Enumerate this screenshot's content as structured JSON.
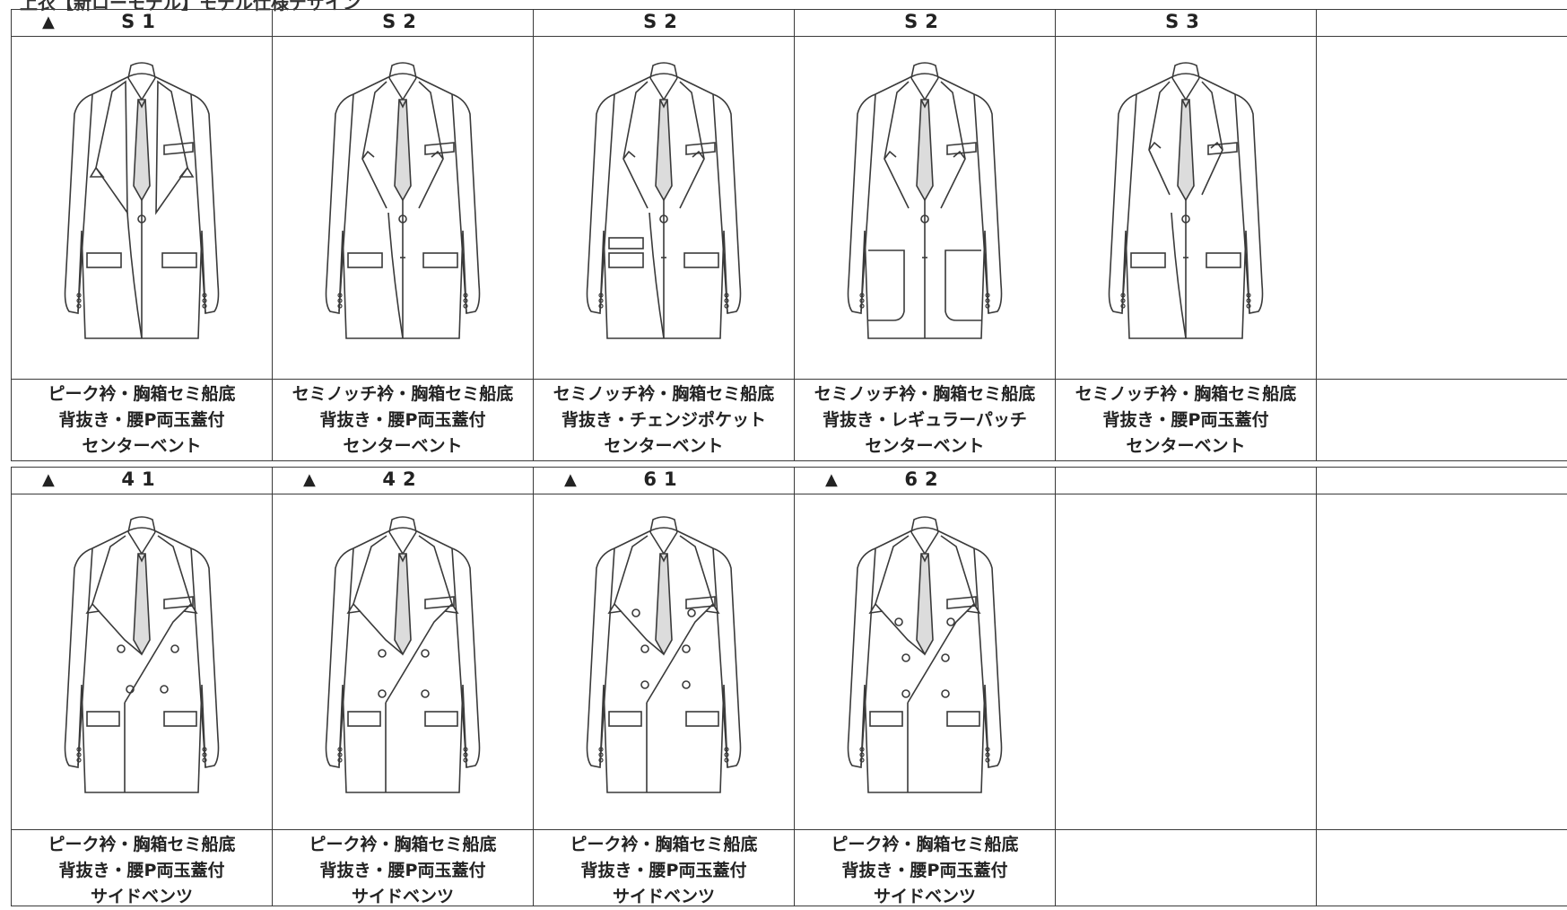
{
  "page": {
    "title": "上衣【新ローモデル】モデル仕様デザイン"
  },
  "colors": {
    "line": "#3a3a3a",
    "paper": "#ffffff",
    "tie_fill": "#dcdcdc"
  },
  "rows": [
    {
      "cells": [
        {
          "mark": "▲",
          "code": "S1",
          "lines": [
            "ピーク衿・胸箱セミ船底",
            "背抜き・腰P両玉蓋付",
            "センターベント"
          ],
          "drawing": "single-breasted-peak-lapel-jacket"
        },
        {
          "mark": "",
          "code": "S2",
          "lines": [
            "セミノッチ衿・胸箱セミ船底",
            "背抜き・腰P両玉蓋付",
            "センターベント"
          ],
          "drawing": "single-breasted-notch-lapel-jacket"
        },
        {
          "mark": "",
          "code": "S2",
          "lines": [
            "セミノッチ衿・胸箱セミ船底",
            "背抜き・チェンジポケット",
            "センターベント"
          ],
          "drawing": "single-breasted-change-pocket-jacket"
        },
        {
          "mark": "",
          "code": "S2",
          "lines": [
            "セミノッチ衿・胸箱セミ船底",
            "背抜き・レギュラーパッチ",
            "センターベント"
          ],
          "drawing": "single-breasted-patch-pocket-jacket"
        },
        {
          "mark": "",
          "code": "S3",
          "lines": [
            "セミノッチ衿・胸箱セミ船底",
            "背抜き・腰P両玉蓋付",
            "センターベント"
          ],
          "drawing": "single-breasted-three-button-jacket"
        },
        {
          "mark": "",
          "code": "",
          "lines": [],
          "drawing": ""
        }
      ]
    },
    {
      "cells": [
        {
          "mark": "▲",
          "code": "41",
          "lines": [
            "ピーク衿・胸箱セミ船底",
            "背抜き・腰P両玉蓋付",
            "サイドベンツ"
          ],
          "drawing": "double-breasted-4-button-jacket"
        },
        {
          "mark": "▲",
          "code": "42",
          "lines": [
            "ピーク衿・胸箱セミ船底",
            "背抜き・腰P両玉蓋付",
            "サイドベンツ"
          ],
          "drawing": "double-breasted-4-button-jacket"
        },
        {
          "mark": "▲",
          "code": "61",
          "lines": [
            "ピーク衿・胸箱セミ船底",
            "背抜き・腰P両玉蓋付",
            "サイドベンツ"
          ],
          "drawing": "double-breasted-6-button-jacket"
        },
        {
          "mark": "▲",
          "code": "62",
          "lines": [
            "ピーク衿・胸箱セミ船底",
            "背抜き・腰P両玉蓋付",
            "サイドベンツ"
          ],
          "drawing": "double-breasted-6-button-jacket"
        },
        {
          "mark": "",
          "code": "",
          "lines": [],
          "drawing": ""
        },
        {
          "mark": "",
          "code": "",
          "lines": [],
          "drawing": ""
        }
      ]
    }
  ]
}
